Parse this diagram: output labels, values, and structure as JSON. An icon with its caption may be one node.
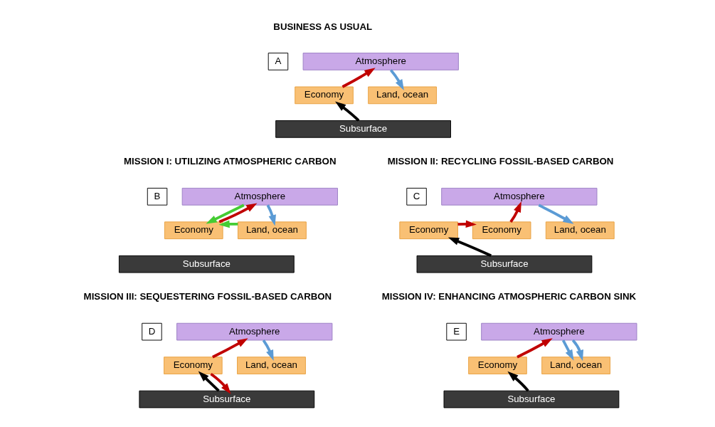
{
  "diagram": {
    "nodes": [
      {
        "text": [
          "A"
        ]
      },
      {
        "text": [
          "Atmosphere"
        ]
      },
      {
        "text": [
          "Economy"
        ]
      },
      {
        "text": [
          "Land, ocean"
        ]
      },
      {
        "text": [
          "Subsurface"
        ]
      },
      {
        "text": [
          "B"
        ]
      },
      {
        "text": [
          "Atmosphere"
        ]
      },
      {
        "text": [
          "Economy"
        ]
      },
      {
        "text": [
          "Land, ocean"
        ]
      },
      {
        "text": [
          "Subsurface"
        ]
      },
      {
        "text": [
          "C"
        ]
      },
      {
        "text": [
          "Atmosphere"
        ]
      },
      {
        "text": [
          "Economy"
        ]
      },
      {
        "text": [
          "Economy"
        ]
      },
      {
        "text": [
          "Land, ocean"
        ]
      },
      {
        "text": [
          "Subsurface"
        ]
      },
      {
        "text": [
          "D"
        ]
      },
      {
        "text": [
          "Atmosphere"
        ]
      },
      {
        "text": [
          "Economy"
        ]
      },
      {
        "text": [
          "Land, ocean"
        ]
      },
      {
        "text": [
          "Subsurface"
        ]
      },
      {
        "text": [
          "E"
        ]
      },
      {
        "text": [
          "Atmosphere"
        ]
      },
      {
        "text": [
          "Economy"
        ]
      },
      {
        "text": [
          "Land, ocean"
        ]
      },
      {
        "text": [
          "Subsurface"
        ]
      }
    ],
    "edges": [
      {
        "from": 4,
        "to": 2,
        "arrow": "to",
        "color": "#000000"
      },
      {
        "from": 2,
        "to": 1,
        "arrow": "to"
      },
      {
        "from": 1,
        "to": 3,
        "arrow": "to",
        "color": "#5b9bd5"
      },
      {
        "from": 6,
        "to": 7,
        "arrow": "to",
        "color": "#44cc33"
      },
      {
        "from": 7,
        "to": 6,
        "arrow": "to"
      },
      {
        "from": 8,
        "to": 7,
        "arrow": "to",
        "color": "#44cc33"
      },
      {
        "from": 6,
        "to": 8,
        "arrow": "to",
        "color": "#5b9bd5"
      },
      {
        "from": 15,
        "to": 12,
        "arrow": "to",
        "color": "#000000"
      },
      {
        "from": 12,
        "to": 13,
        "arrow": "to"
      },
      {
        "from": 13,
        "to": 11,
        "arrow": "to"
      },
      {
        "from": 11,
        "to": 14,
        "arrow": "to",
        "color": "#5b9bd5"
      },
      {
        "from": 20,
        "to": 18,
        "arrow": "to",
        "color": "#000000"
      },
      {
        "from": 18,
        "to": 17,
        "arrow": "to"
      },
      {
        "from": 18,
        "to": 20,
        "arrow": "to"
      },
      {
        "from": 17,
        "to": 19,
        "arrow": "to",
        "color": "#5b9bd5"
      },
      {
        "from": 25,
        "to": 23,
        "arrow": "to",
        "color": "#000000"
      },
      {
        "from": 23,
        "to": 22,
        "arrow": "to"
      },
      {
        "from": 22,
        "to": 24,
        "arrow": "to",
        "color": "#5b9bd5"
      },
      {
        "from": 22,
        "to": 24,
        "arrow": "to",
        "color": "#5b9bd5"
      }
    ],
    "labels": [
      "BUSINESS AS USUAL",
      "MISSION I: UTILIZING ATMOSPHERIC CARBON",
      "MISSION II: RECYCLING FOSSIL-BASED CARBON",
      "MISSION III: SEQUESTERING FOSSIL-BASED CARBON",
      "MISSION IV: ENHANCING ATMOSPHERIC CARBON SINK"
    ]
  }
}
